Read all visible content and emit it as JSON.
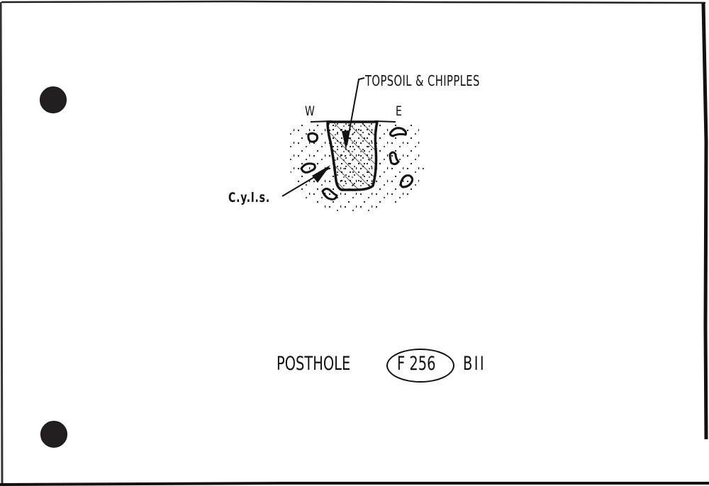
{
  "document": {
    "type": "archaeological section drawing",
    "background": "#ffffff",
    "ink_color": "#111111"
  },
  "drawing": {
    "orientation": {
      "west_label": "W",
      "east_label": "E"
    },
    "annotations": {
      "fill_label": "TOPSOIL & CHIPPLES",
      "natural_label": "C.y.l.s."
    }
  },
  "caption": {
    "title": "POSTHOLE",
    "feature_number": "F 256",
    "area": "BII"
  },
  "punch_holes": [
    {
      "position": "top-left"
    },
    {
      "position": "bottom-left"
    }
  ]
}
